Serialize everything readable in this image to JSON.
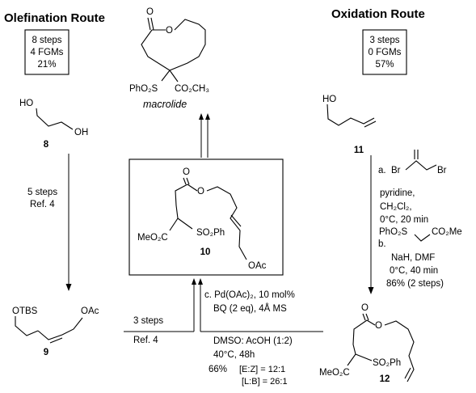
{
  "olefination": {
    "title": "Olefination Route",
    "stats": [
      "8 steps",
      "4 FGMs",
      "21%"
    ],
    "cpd8": {
      "label": "8",
      "ho": "HO",
      "oh": "OH"
    },
    "arrow": [
      "5 steps",
      "Ref. 4"
    ]
  },
  "oxidation": {
    "title": "Oxidation Route",
    "stats": [
      "3 steps",
      "0 FGMs",
      "57%"
    ],
    "cpd11": {
      "label": "11",
      "ho": "HO"
    },
    "bromide": {
      "br1": "Br",
      "br2": "Br"
    },
    "conditions": {
      "a_prefix": "a.",
      "a": [
        "pyridine,",
        "CH₂Cl₂,",
        "0°C, 20 min"
      ],
      "b_prefix": "b.",
      "b_left": "PhO₂S",
      "b_right": "CO₂Me",
      "b": [
        "NaH, DMF",
        "0°C, 40 min",
        "86% (2 steps)"
      ]
    }
  },
  "macrolide": {
    "name": "macrolide",
    "o_carbonyl": "O",
    "o_ring": "O",
    "so2ph": "PhO₂S",
    "co2me": "CO₂CH₃"
  },
  "cpd10": {
    "label": "10",
    "o_carbonyl": "O",
    "o_ester": "O",
    "meo2c": "MeO₂C",
    "so2ph": "SO₂Ph",
    "oac": "OAc"
  },
  "cpd9": {
    "label": "9",
    "otbs": "OTBS",
    "oac": "OAc",
    "arrow": [
      "3 steps",
      "Ref. 4"
    ]
  },
  "cpd12": {
    "label": "12",
    "o_carbonyl": "O",
    "o_ester": "O",
    "meo2c": "MeO₂C",
    "so2ph": "SO₂Ph"
  },
  "step_c": {
    "c1": "c. Pd(OAc)₂, 10 mol%",
    "c2": "BQ (2 eq), 4Å MS",
    "c3": "DMSO: AcOH (1:2)",
    "c4": "40°C, 48h",
    "c5": "66%",
    "ez": "[E:Z] = 12:1",
    "lb": "[L:B] = 26:1"
  }
}
